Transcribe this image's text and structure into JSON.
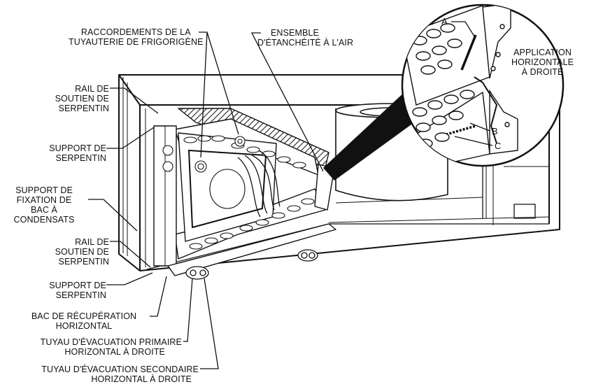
{
  "labels": {
    "refrigerant_connections": [
      "RACCORDEMENTS DE LA",
      "TUYAUTERIE DE FRIGORIGÈNE"
    ],
    "air_seal_assembly": [
      "ENSEMBLE",
      "D'ÉTANCHÉITÉ À L'AIR"
    ],
    "horizontal_right_application": [
      "APPLICATION",
      "HORIZONTALE",
      "À DROITE"
    ],
    "coil_support_rail_top": [
      "RAIL DE",
      "SOUTIEN DE",
      "SERPENTIN"
    ],
    "coil_support_upper": [
      "SUPPORT DE",
      "SERPENTIN"
    ],
    "drain_pan_mounting_bracket": [
      "SUPPORT DE",
      "FIXATION DE",
      "BAC À",
      "CONDENSATS"
    ],
    "coil_support_rail_bottom": [
      "RAIL DE",
      "SOUTIEN DE",
      "SERPENTIN"
    ],
    "coil_support_lower": [
      "SUPPORT DE",
      "SERPENTIN"
    ],
    "horizontal_drain_pan": [
      "BAC DE RÉCUPÉRATION",
      "HORIZONTAL"
    ],
    "primary_drain": [
      "TUYAU D'ÉVACUATION PRIMAIRE",
      "HORIZONTAL À DROITE"
    ],
    "secondary_drain": [
      "TUYAU D'ÉVACUATION SECONDAIRE",
      "HORIZONTAL À DROITE"
    ]
  },
  "callouts": {
    "a": "A",
    "b": "B",
    "c": "C"
  }
}
